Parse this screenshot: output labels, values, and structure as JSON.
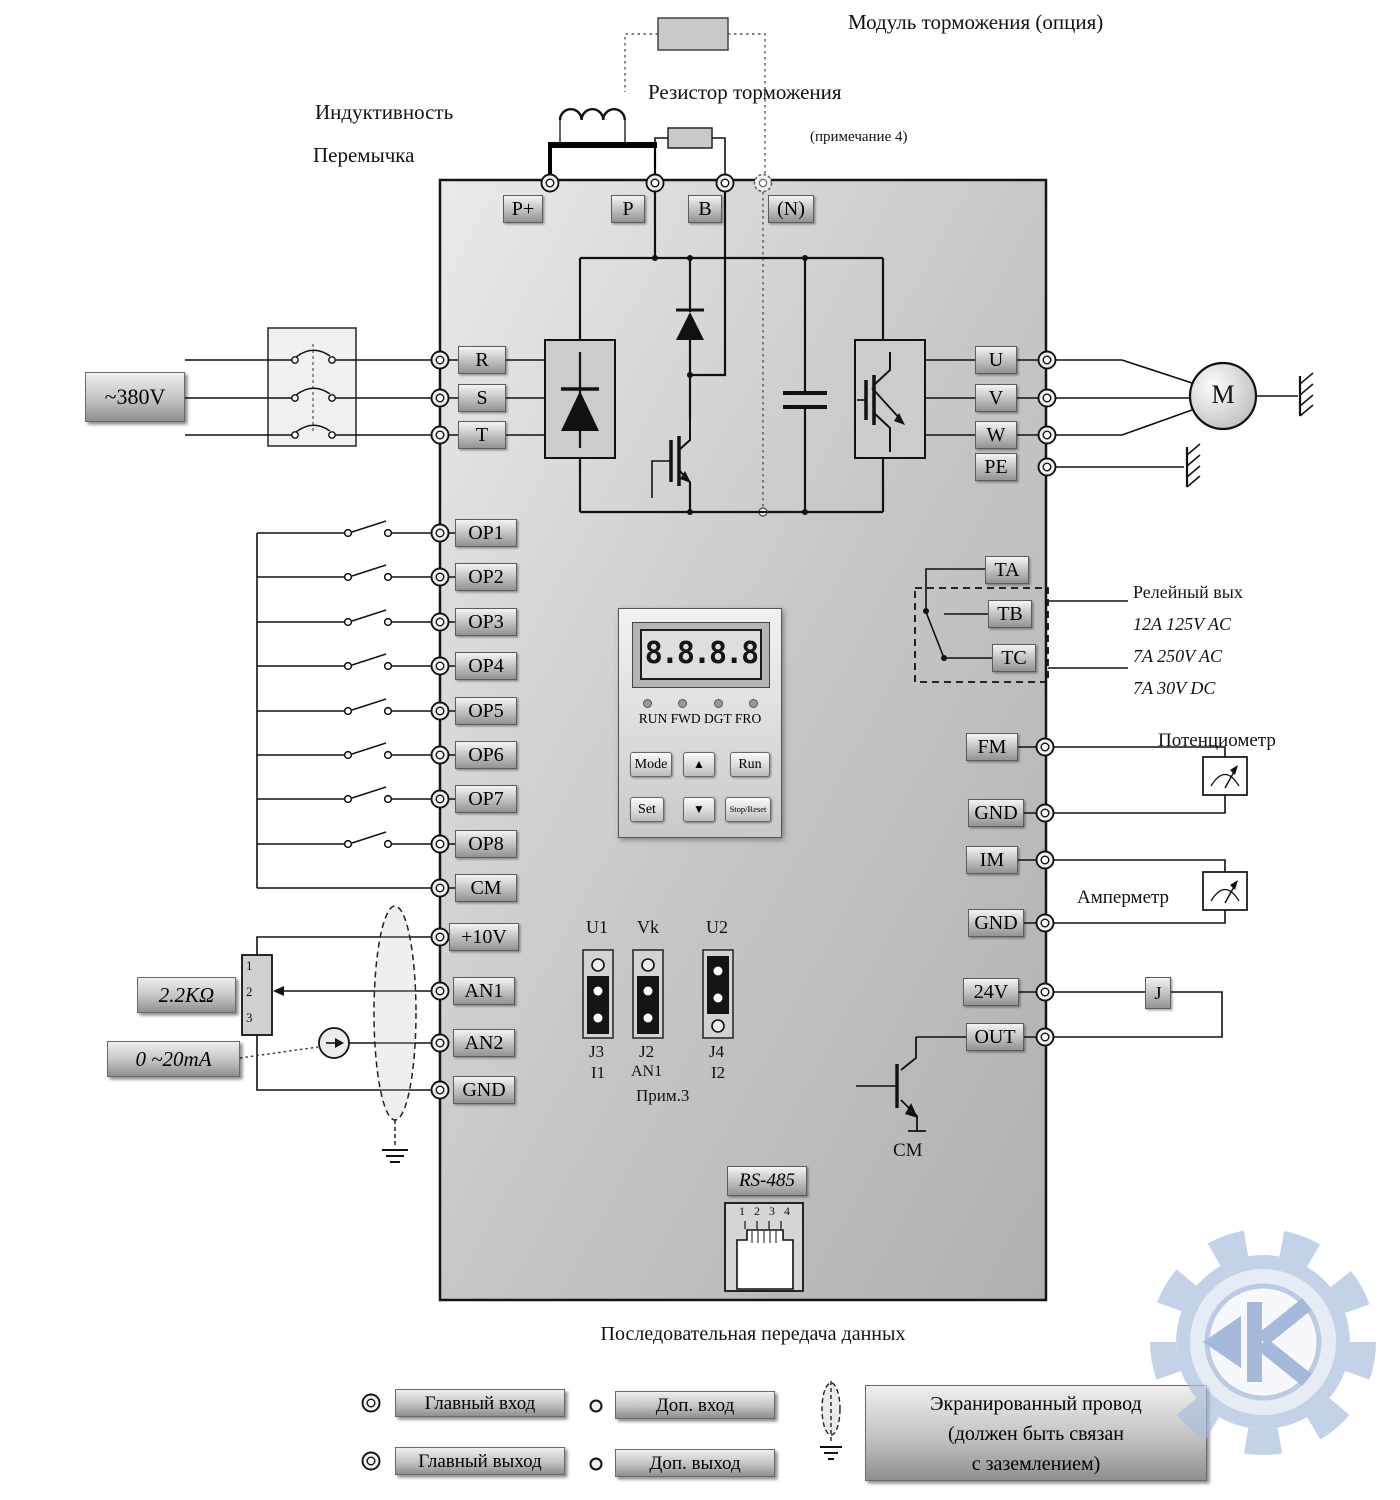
{
  "annotations": {
    "brake_module": "Модуль торможения (опция)",
    "brake_resistor": "Резистор торможения",
    "note4": "(примечание 4)",
    "inductance": "Индуктивность",
    "jumper": "Перемычка",
    "serial": "Последовательная передача данных"
  },
  "dc_bus": {
    "p_plus": "P+",
    "p": "P",
    "b": "B",
    "n": "(N)"
  },
  "power_input": {
    "source": "~380V",
    "r": "R",
    "s": "S",
    "t": "T"
  },
  "power_output": {
    "u": "U",
    "v": "V",
    "w": "W",
    "pe": "PE",
    "motor": "M"
  },
  "digital_inputs": [
    "OP1",
    "OP2",
    "OP3",
    "OP4",
    "OP5",
    "OP6",
    "OP7",
    "OP8",
    "CM"
  ],
  "analog_io": {
    "p10": "+10V",
    "an1": "AN1",
    "an2": "AN2",
    "gnd": "GND",
    "pot_value": "2.2KΩ",
    "current_range": "0 ~20mA",
    "pin1": "1",
    "pin2": "2",
    "pin3": "3"
  },
  "keypad": {
    "display": "8.8.8.8",
    "led_labels": "RUN FWD DGT FRO",
    "mode": "Mode",
    "up": "▲",
    "run": "Run",
    "set": "Set",
    "down": "▼",
    "stop": "Stop/Reset"
  },
  "jumpers": {
    "u1": "U1",
    "vk": "Vk",
    "u2": "U2",
    "j3": "J3",
    "i1": "I1",
    "j2": "J2",
    "an1": "AN1",
    "j4": "J4",
    "i2": "I2",
    "note3": "Прим.3"
  },
  "relay_output": {
    "ta": "TA",
    "tb": "TB",
    "tc": "TC",
    "label": "Релейный вых",
    "rating1": "12A 125V AC",
    "rating2": "7A 250V AC",
    "rating3": "7A 30V DC"
  },
  "monitor_outputs": {
    "fm": "FM",
    "gnd1": "GND",
    "im": "IM",
    "gnd2": "GND",
    "potentiometer": "Потенциометр",
    "ammeter": "Амперметр"
  },
  "open_collector": {
    "v24": "24V",
    "out": "OUT",
    "relay_j": "J",
    "cm": "CM"
  },
  "comm": {
    "rs485": "RS-485",
    "pins": "1 2 3 4"
  },
  "legend": {
    "main_input": "Главный вход",
    "main_output": "Главный выход",
    "aux_input": "Доп. вход",
    "aux_output": "Доп. выход",
    "shield_line1": "Экранированный провод",
    "shield_line2": "(должен быть связан",
    "shield_line3": "с заземлением)"
  },
  "colors": {
    "watermark": "#a9bedd",
    "component_fill": "#c9c9c9"
  }
}
